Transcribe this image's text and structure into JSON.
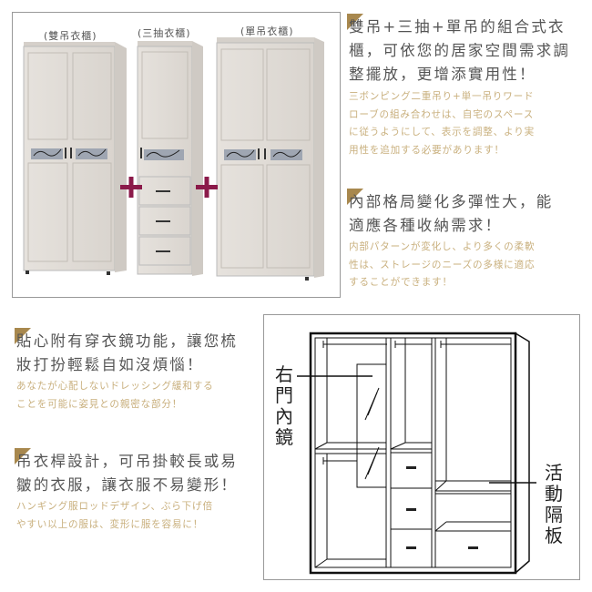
{
  "products": {
    "labels": [
      "(雙吊衣櫃)",
      "(三抽衣櫃)",
      "(單吊衣櫃)"
    ],
    "plus_color": "#8b1a4a"
  },
  "features": [
    {
      "heading": [
        "雙吊+三抽+單吊的組合式衣",
        "櫃，可依您的居家空間需求調",
        "整擺放，更增添實用性！"
      ],
      "japanese": [
        "三ボンピング二重吊り+単一吊りワード",
        "ローブの組み合わせは、自宅のスペース",
        "に従うようにして、表示を調整、より実",
        "用性を追加する必要があります！"
      ]
    },
    {
      "heading": [
        "內部格局變化多彈性大，能",
        "適應各種收納需求！"
      ],
      "japanese": [
        "内部パターンが変化し、より多くの柔軟",
        "性は、ストレージのニーズの多様に適応",
        "することができます！"
      ]
    },
    {
      "heading": [
        "貼心附有穿衣鏡功能，讓您梳",
        "妝打扮輕鬆自如沒煩惱！"
      ],
      "japanese": [
        "あなたが心配しないドレッシング緩和する",
        "ことを可能に姿見との親密な部分！"
      ]
    },
    {
      "heading": [
        "吊衣桿設計，可吊掛較長或易",
        "皺的衣服，讓衣服不易變形！"
      ],
      "japanese": [
        "ハンギング服ロッドデザイン、ぶら下げ倍",
        "やすい以上の服は、変形に服を容易に！"
      ]
    }
  ],
  "diagram": {
    "mirror_label": "右門內鏡",
    "shelf_label": "活動隔板"
  },
  "colors": {
    "accent": "#a8884e",
    "heading": "#555555",
    "japanese": "#c9b07e"
  }
}
